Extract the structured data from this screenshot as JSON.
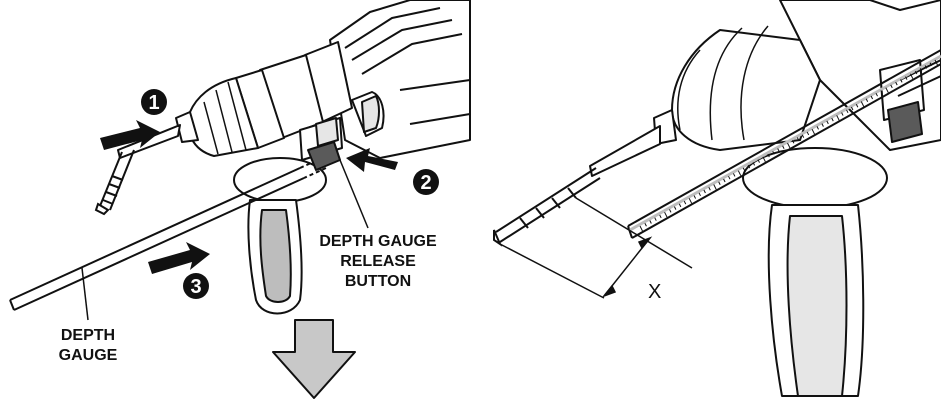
{
  "steps": [
    "1",
    "2",
    "3"
  ],
  "labels": {
    "release_button": [
      "DEPTH GAUGE",
      "RELEASE",
      "BUTTON"
    ],
    "depth_gauge": [
      "DEPTH",
      "GAUGE"
    ],
    "distance": "X"
  },
  "colors": {
    "line": "#111111",
    "shade_light": "#e6e6e6",
    "shade_mid": "#bdbdbd",
    "shade_dark": "#5a5a5a",
    "arrow_down": "#c8c8c8"
  }
}
